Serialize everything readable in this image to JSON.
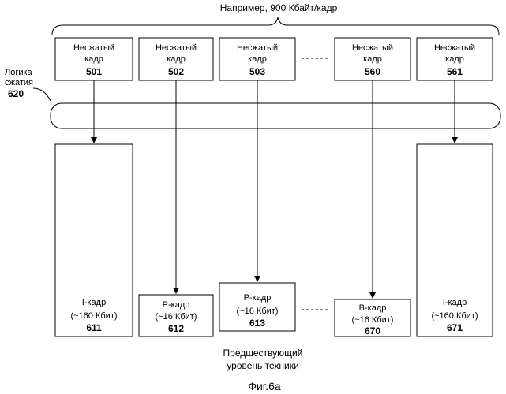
{
  "top_caption": "Например, 900 Кбайт/кадр",
  "compression_logic": {
    "label_line1": "Логика",
    "label_line2": "сжатия",
    "number": "620"
  },
  "uncompressed_frames": [
    {
      "line1": "Несжатый",
      "line2": "кадр",
      "number": "501"
    },
    {
      "line1": "Несжатый",
      "line2": "кадр",
      "number": "502"
    },
    {
      "line1": "Несжатый",
      "line2": "кадр",
      "number": "503"
    },
    {
      "line1": "Несжатый",
      "line2": "кадр",
      "number": "560"
    },
    {
      "line1": "Несжатый",
      "line2": "кадр",
      "number": "561"
    }
  ],
  "compressed_frames": [
    {
      "type": "I-кадр",
      "size": "(~160 Кбит)",
      "number": "611"
    },
    {
      "type": "P-кадр",
      "size": "(~16 Кбит)",
      "number": "612"
    },
    {
      "type": "P-кадр",
      "size": "(~16 Кбит)",
      "number": "613"
    },
    {
      "type": "B-кадр",
      "size": "(~16 Кбит)",
      "number": "670"
    },
    {
      "type": "I-кадр",
      "size": "(~160 Кбит)",
      "number": "671"
    }
  ],
  "bottom_caption": {
    "line1": "Предшествующий",
    "line2": "уровень техники"
  },
  "figure_label": "Фиг.6а"
}
